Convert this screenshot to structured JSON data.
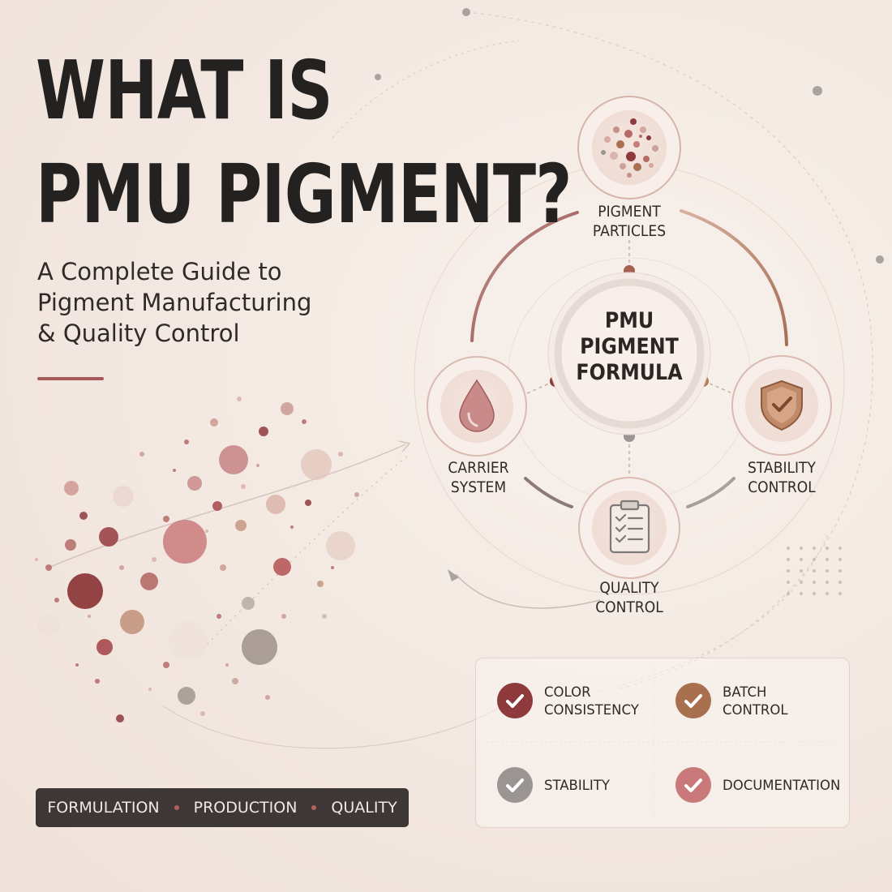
{
  "title": {
    "line1": "WHAT IS",
    "line2": "PMU PIGMENT?"
  },
  "subtitle": {
    "line1": "A Complete Guide to",
    "line2": "Pigment Manufacturing",
    "line3": "& Quality Control"
  },
  "diagram": {
    "center": {
      "line1": "PMU",
      "line2": "PIGMENT",
      "line3": "FORMULA"
    },
    "nodes": {
      "pigment_particles": {
        "line1": "PIGMENT",
        "line2": "PARTICLES",
        "icon": "particles-icon"
      },
      "carrier_system": {
        "line1": "CARRIER",
        "line2": "SYSTEM",
        "icon": "droplet-icon"
      },
      "stability_control": {
        "line1": "STABILITY",
        "line2": "CONTROL",
        "icon": "shield-check-icon"
      },
      "quality_control": {
        "line1": "QUALITY",
        "line2": "CONTROL",
        "icon": "clipboard-checklist-icon"
      }
    }
  },
  "checklist": [
    {
      "line1": "COLOR",
      "line2": "CONSISTENCY",
      "color": "#8e3a3c",
      "icon": "check-icon"
    },
    {
      "line1": "BATCH",
      "line2": "CONTROL",
      "color": "#a8704e",
      "icon": "check-icon"
    },
    {
      "line1": "STABILITY",
      "line2": "",
      "color": "#9a9592",
      "icon": "check-icon"
    },
    {
      "line1": "DOCUMENTATION",
      "line2": "",
      "color": "#c9797a",
      "icon": "check-icon"
    }
  ],
  "tags": [
    "FORMULATION",
    "PRODUCTION",
    "QUALITY"
  ],
  "colors": {
    "background": "#f3e9e3",
    "text_dark": "#242220",
    "accent_maroon": "#8e3a3c",
    "accent_copper": "#a8704e",
    "accent_rose": "#c9797a",
    "neutral_gray": "#9a9592",
    "tag_bar": "#3d3836"
  }
}
